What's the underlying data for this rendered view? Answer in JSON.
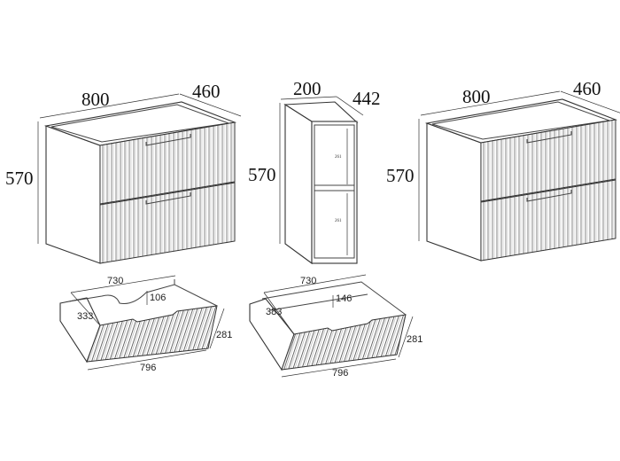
{
  "title": "Fluted bathroom cabinet dimension drawing",
  "cabinet_left": {
    "width": "800",
    "depth": "460",
    "height": "570"
  },
  "column_unit": {
    "width": "200",
    "depth": "442",
    "height": "570",
    "shelf_upper": "261",
    "shelf_lower": "261"
  },
  "cabinet_right": {
    "width": "800",
    "depth": "460",
    "height": "570"
  },
  "drawer_left": {
    "inner_width": "730",
    "cutout_depth": "106",
    "side_depth": "333",
    "front_height": "281",
    "front_width": "796"
  },
  "drawer_right": {
    "inner_width": "730",
    "cutout_depth": "146",
    "side_depth": "383",
    "front_height": "281",
    "front_width": "796"
  },
  "colors": {
    "line": "#333333",
    "background": "#ffffff"
  }
}
